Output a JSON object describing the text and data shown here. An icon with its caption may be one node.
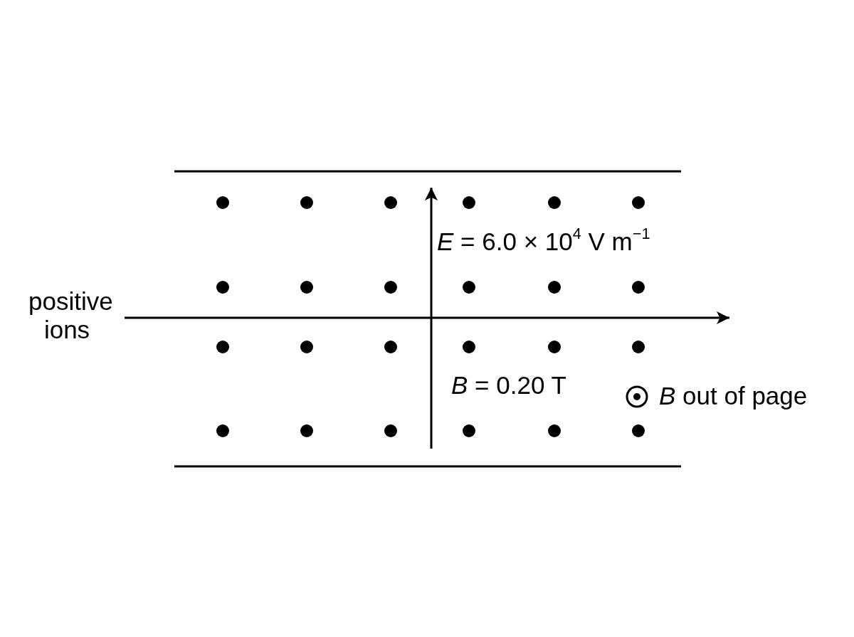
{
  "diagram": {
    "labels": [
      "positive ions",
      "*E* = 6.0 × 10$^{4}$ V m$^{−1}$",
      "*B* = 0.20 T"
    ],
    "legend": [
      {
        "text": "*B* out of page"
      }
    ]
  }
}
